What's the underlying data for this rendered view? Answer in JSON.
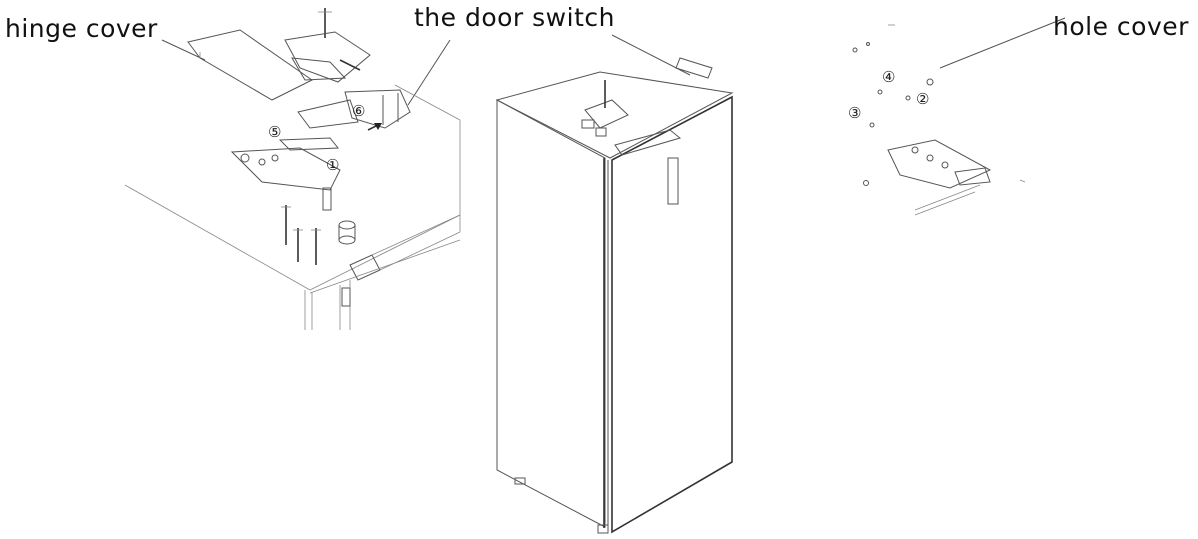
{
  "labels": {
    "hinge_cover": "hinge cover",
    "door_switch": "the door switch",
    "hole_cover": "hole cover"
  },
  "part_numbers": {
    "n1": "①",
    "n2": "②",
    "n3": "③",
    "n4": "④",
    "n5": "⑤",
    "n6": "⑥"
  }
}
